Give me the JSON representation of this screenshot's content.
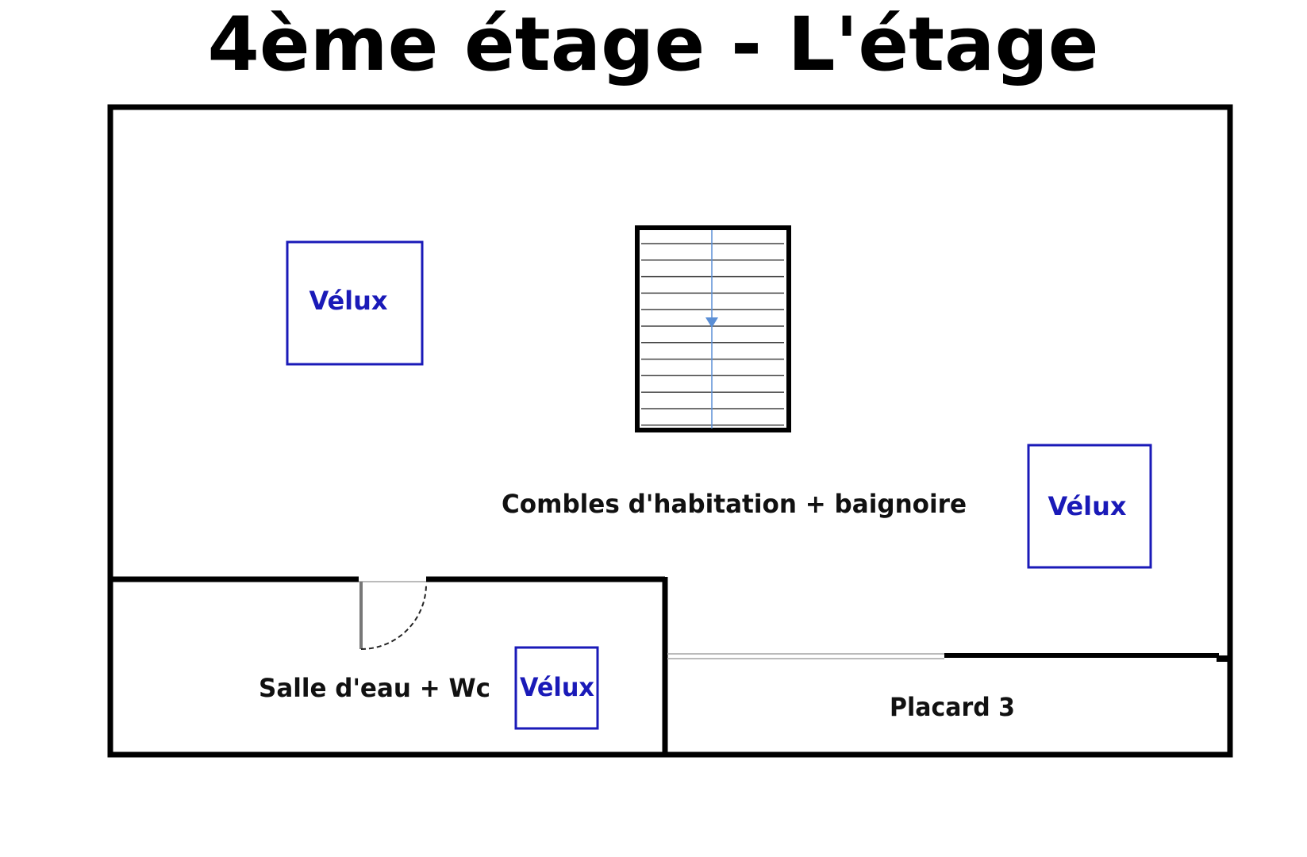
{
  "title": "4ème étage - L'étage",
  "rooms": {
    "main": "Combles d'habitation + baignoire",
    "bathroom": "Salle d'eau + Wc",
    "closet": "Placard 3"
  },
  "velux": {
    "label": "Vélux",
    "count": 3
  },
  "colors": {
    "wall": "#000000",
    "velux": "#1a1ab8",
    "stair_arrow": "#5b8fd6",
    "background": "#ffffff"
  },
  "icons": {
    "staircase": "staircase-icon",
    "door": "door-swing-icon",
    "window": "velux-window-icon"
  }
}
